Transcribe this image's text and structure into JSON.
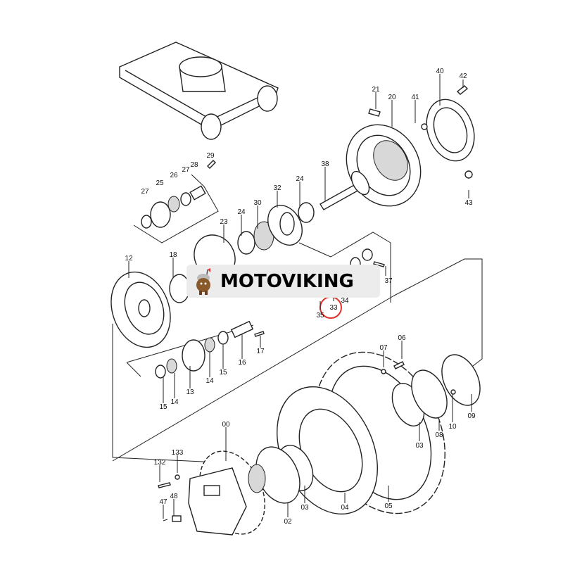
{
  "brand": {
    "name": "MOTOVIKING"
  },
  "colors": {
    "highlight_circle": "#e0302a",
    "banner_bg": "#ececec",
    "line": "#222222"
  },
  "labels": [
    "42",
    "40",
    "21",
    "20",
    "41",
    "43",
    "29",
    "28",
    "27",
    "26",
    "25",
    "27",
    "38",
    "24",
    "32",
    "30",
    "24",
    "23",
    "12",
    "18",
    "37",
    "34",
    "33",
    "35",
    "17",
    "16",
    "15",
    "14",
    "13",
    "15",
    "14",
    "07",
    "06",
    "03",
    "08",
    "10",
    "09",
    "00",
    "133",
    "132",
    "47",
    "48",
    "02",
    "03",
    "04",
    "05"
  ]
}
